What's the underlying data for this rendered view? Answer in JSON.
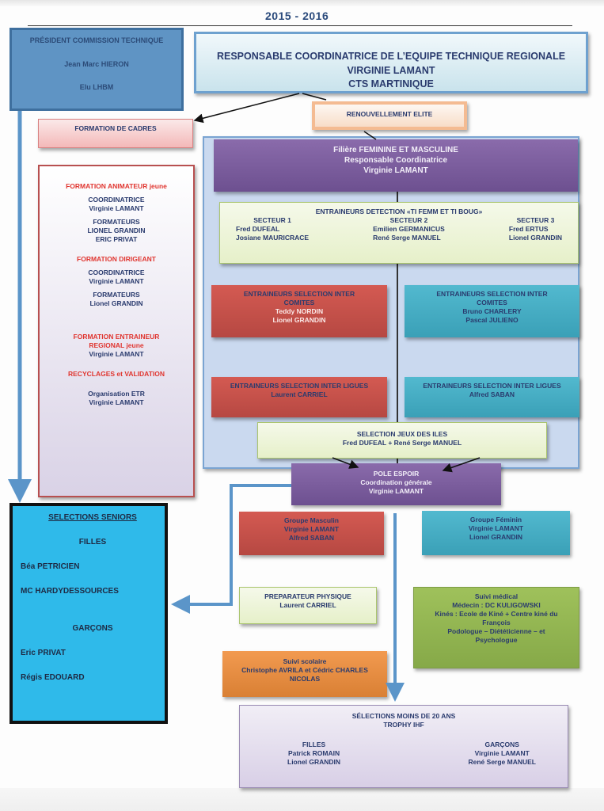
{
  "title_year": "2015 - 2016",
  "president": {
    "title": "PRÉSIDENT COMMISSION TECHNIQUE",
    "name": "Jean Marc HIERON",
    "role": "Elu LHBM"
  },
  "responsable": {
    "line1": "RESPONSABLE COORDINATRICE DE L’EQUIPE TECHNIQUE REGIONALE",
    "line2": "VIRGINIE LAMANT",
    "line3": "CTS MARTINIQUE"
  },
  "renouvellement": "RENOUVELLEMENT ELITE",
  "formation_cadres": "FORMATION DE CADRES",
  "formations": {
    "animateur_title": "FORMATION ANIMATEUR jeune",
    "animateur_coord_label": "COORDINATRICE",
    "animateur_coord_name": "Virginie LAMANT",
    "animateur_formateurs_label": "FORMATEURS",
    "animateur_formateurs": [
      "LIONEL GRANDIN",
      "ERIC PRIVAT"
    ],
    "dirigeant_title": "FORMATION DIRIGEANT",
    "dirigeant_coord_label": "COORDINATRICE",
    "dirigeant_coord_name": "Virginie LAMANT",
    "dirigeant_formateurs_label": "FORMATEURS",
    "dirigeant_formateurs": [
      "Lionel GRANDIN"
    ],
    "entraineur_title_1": "FORMATION ENTRAINEUR",
    "entraineur_title_2": "REGIONAL  jeune",
    "entraineur_name": "Virginie LAMANT",
    "recyclages_title": "RECYCLAGES et VALIDATION",
    "organisation": "Organisation ETR",
    "organisation_name": "Virginie LAMANT"
  },
  "filiere": {
    "line1": "Filière FEMININE ET MASCULINE",
    "line2": "Responsable Coordinatrice",
    "line3": "Virginie LAMANT"
  },
  "detection": {
    "title": "ENTRAINEURS DETECTION «TI FEMM ET  TI BOUG»",
    "sectors": [
      {
        "label": "SECTEUR 1",
        "names": [
          "Fred DUFEAL",
          "Josiane MAURICRACE"
        ]
      },
      {
        "label": "SECTEUR 2",
        "names": [
          "Emilien GERMANICUS",
          "René Serge MANUEL"
        ]
      },
      {
        "label": "SECTEUR 3",
        "names": [
          "Fred ERTUS",
          "Lionel GRANDIN"
        ]
      }
    ]
  },
  "sel_comites_left": {
    "title1": "ENTRAINEURS SELECTION INTER",
    "title2": "COMITES",
    "names": [
      "Teddy NORDIN",
      "Lionel GRANDIN"
    ]
  },
  "sel_comites_right": {
    "title1": "ENTRAINEURS SELECTION INTER",
    "title2": "COMITES",
    "names": [
      "Bruno CHARLERY",
      "Pascal JULIENO"
    ]
  },
  "sel_ligues_left": {
    "title": "ENTRAINEURS SELECTION INTER LIGUES",
    "name": "Laurent CARRIEL"
  },
  "sel_ligues_right": {
    "title": "ENTRAINEURS SELECTION INTER LIGUES",
    "name": "Alfred SABAN"
  },
  "jeux_iles": {
    "title": "SELECTION JEUX DES ILES",
    "names": "Fred DUFEAL + René Serge MANUEL"
  },
  "pole_espoir": {
    "title": "POLE ESPOIR",
    "line2": "Coordination générale",
    "line3": "Virginie LAMANT"
  },
  "seniors": {
    "title": "SELECTIONS SENIORS",
    "filles_label": "FILLES",
    "filles": [
      "Béa PETRICIEN",
      "MC  HARDYDESSOURCES"
    ],
    "garcons_label": "GARÇONS",
    "garcons": [
      "Eric PRIVAT",
      "Régis EDOUARD"
    ]
  },
  "groupe_masculin": {
    "title": "Groupe Masculin",
    "names": [
      "Virginie LAMANT",
      "Alfred SABAN"
    ]
  },
  "groupe_feminin": {
    "title": "Groupe Féminin",
    "names": [
      "Virginie LAMANT",
      "Lionel GRANDIN"
    ]
  },
  "preparateur": {
    "title": "PREPARATEUR PHYSIQUE",
    "name": "Laurent CARRIEL"
  },
  "medical": {
    "title": "Suivi médical",
    "lines": [
      "Médecin : DC KULIGOWSKI",
      "Kinés : Ecole de Kiné + Centre kiné du",
      "François",
      "Podologue – Diététicienne – et",
      "Psychologue"
    ]
  },
  "scolaire": {
    "title": "Suivi scolaire",
    "lines": [
      "Christophe AVRILA et Cédric CHARLES",
      "NICOLAS"
    ]
  },
  "moins20": {
    "title1": "SÉLECTIONS MOINS DE 20 ANS",
    "title2": "TROPHY IHF",
    "filles_label": "FILLES",
    "filles": [
      "Patrick ROMAIN",
      "Lionel GRANDIN"
    ],
    "garcons_label": "GARÇONS",
    "garcons": [
      "Virginie LAMANT",
      "René Serge MANUEL"
    ]
  }
}
